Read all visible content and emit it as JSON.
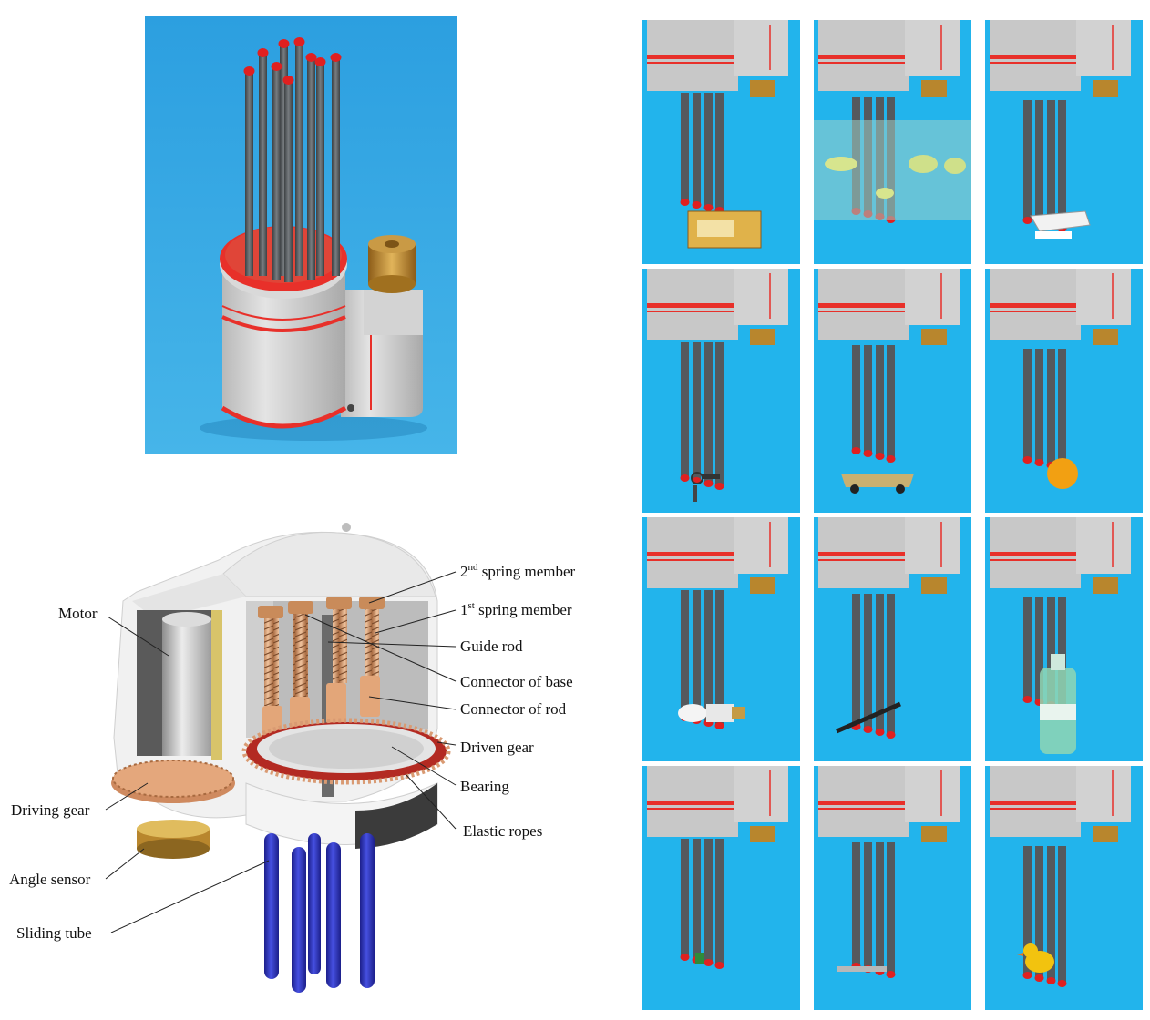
{
  "diagram": {
    "labels": {
      "motor": "Motor",
      "driving_gear": "Driving gear",
      "angle_sensor": "Angle sensor",
      "sliding_tube": "Sliding tube",
      "spring2_num": "2",
      "spring2_sup": "nd",
      "spring2_text": " spring member",
      "spring1_num": "1",
      "spring1_sup": "st",
      "spring1_text": " spring member",
      "guide_rod": "Guide rod",
      "connector_base": "Connector of base",
      "connector_rod": "Connector of rod",
      "driven_gear": "Driven gear",
      "bearing": "Bearing",
      "elastic_ropes": "Elastic ropes"
    }
  },
  "grasp_grid": {
    "rows": 4,
    "cols": 3,
    "objects": [
      "cracker-box",
      "floating-slices-in-water",
      "white-clip",
      "keys",
      "toy-car",
      "orange-ball",
      "light-bulb",
      "pen",
      "water-bottle",
      "small-green-item",
      "small-flat-item",
      "rubber-duck"
    ]
  },
  "colors": {
    "backdrop_blue": "#22b4ec",
    "housing_gray": "#c9c9c9",
    "accent_red": "#e8302a",
    "rod_gray": "#555a5e",
    "brass": "#b8862d",
    "gear_copper": "#d99a72",
    "tube_blue": "#2e36c8"
  }
}
